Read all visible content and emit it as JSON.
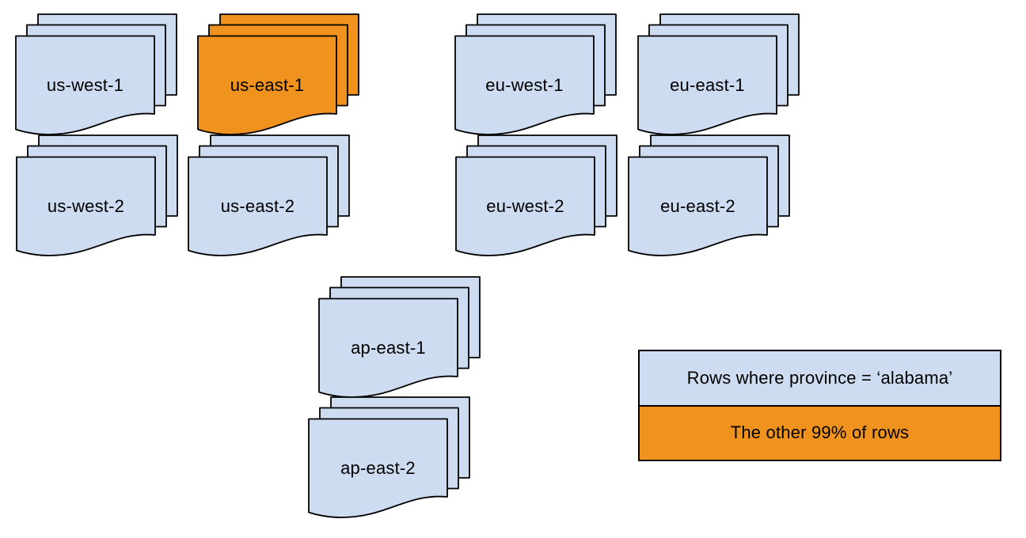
{
  "diagram": {
    "stacks": [
      {
        "label": "us-west-1",
        "variant": "blue"
      },
      {
        "label": "us-east-1",
        "variant": "orange"
      },
      {
        "label": "eu-west-1",
        "variant": "blue"
      },
      {
        "label": "eu-east-1",
        "variant": "blue"
      },
      {
        "label": "us-west-2",
        "variant": "blue"
      },
      {
        "label": "us-east-2",
        "variant": "blue"
      },
      {
        "label": "eu-west-2",
        "variant": "blue"
      },
      {
        "label": "eu-east-2",
        "variant": "blue"
      },
      {
        "label": "ap-east-1",
        "variant": "blue"
      },
      {
        "label": "ap-east-2",
        "variant": "blue"
      }
    ],
    "legend": {
      "items": [
        {
          "label": "Rows where province = ‘alabama’",
          "variant": "blue"
        },
        {
          "label": "The other 99% of rows",
          "variant": "orange"
        }
      ]
    },
    "colors": {
      "blue": "#cddcf0",
      "orange": "#f0931e",
      "stroke": "#000000",
      "text": "#000000",
      "background": "#ffffff"
    }
  }
}
